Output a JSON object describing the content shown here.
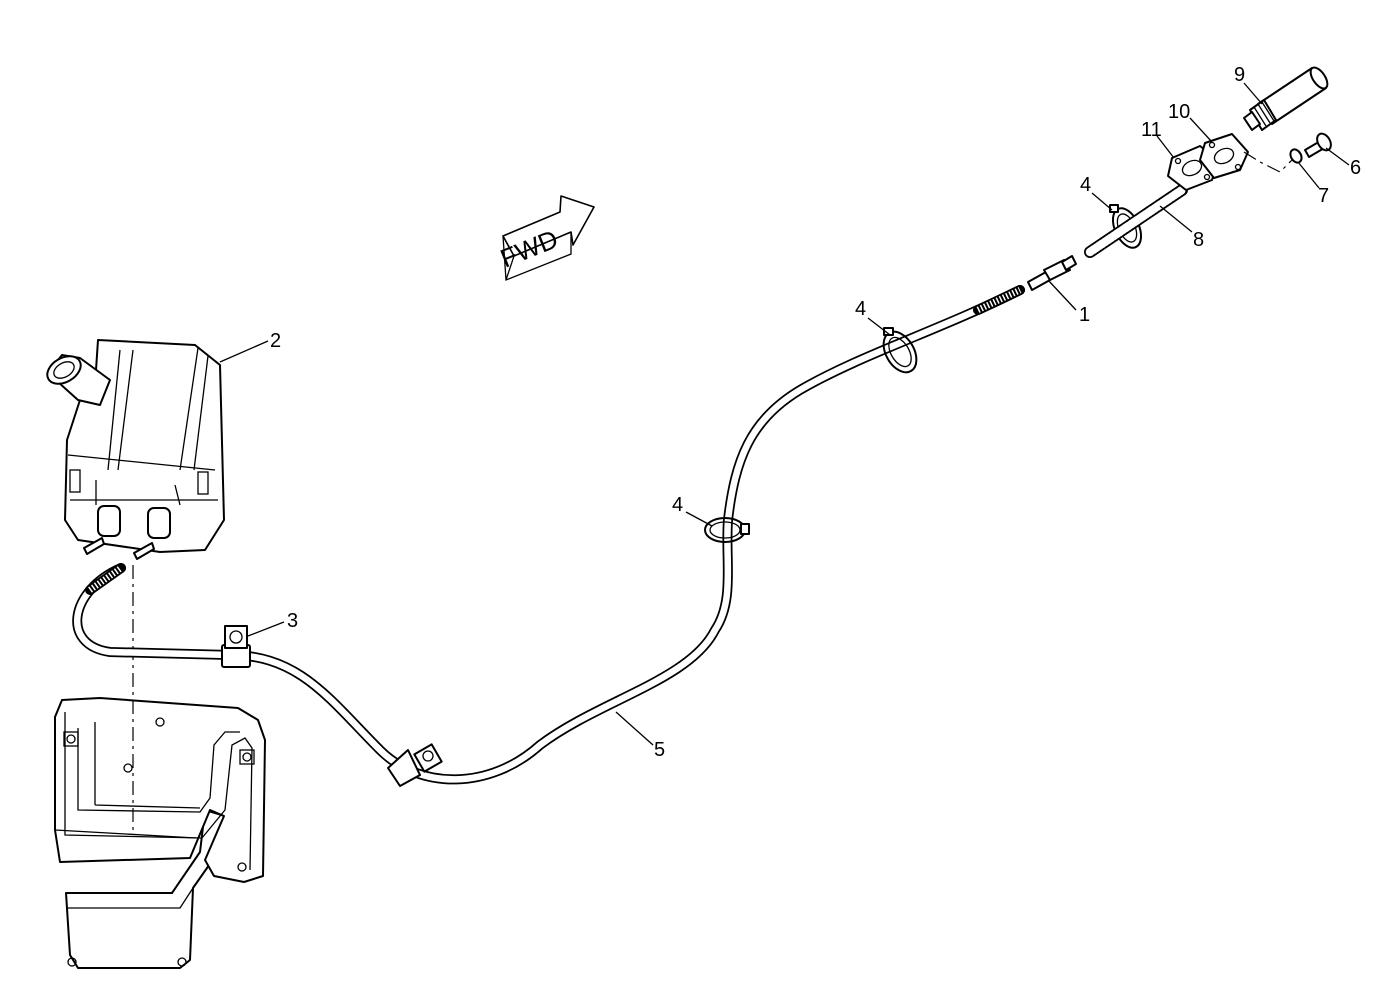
{
  "figure": {
    "direction_label": "FWD"
  },
  "callouts": [
    {
      "id": "1",
      "text": "1"
    },
    {
      "id": "2",
      "text": "2"
    },
    {
      "id": "3",
      "text": "3"
    },
    {
      "id": "4",
      "text": "4"
    },
    {
      "id": "5",
      "text": "5"
    },
    {
      "id": "6",
      "text": "6"
    },
    {
      "id": "7",
      "text": "7"
    },
    {
      "id": "8",
      "text": "8"
    },
    {
      "id": "9",
      "text": "9"
    },
    {
      "id": "10",
      "text": "10"
    },
    {
      "id": "11",
      "text": "11"
    }
  ]
}
